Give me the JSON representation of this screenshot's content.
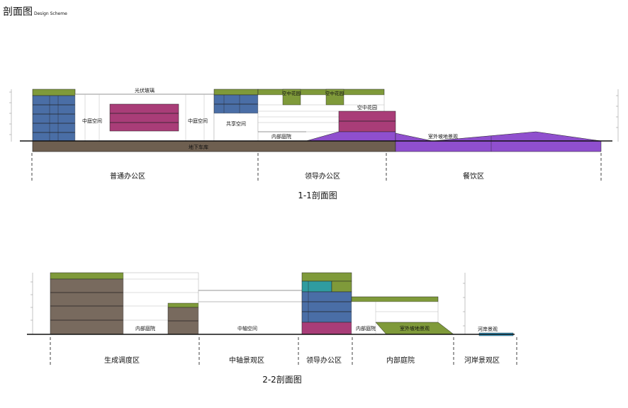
{
  "title": "剖面图",
  "subtitle": "Design Scheme",
  "section1": {
    "name": "1-1剖面图",
    "labels": {
      "glass_roof": "光伏玻璃",
      "atrium_left": "中庭空间",
      "atrium_mid": "中庭空间",
      "shared_space": "共享空间",
      "sky_garden_1": "空中花园",
      "sky_garden_2": "空中花园",
      "sky_garden_3": "空中花园",
      "inner_courtyard": "内部庭院",
      "outdoor_slope": "室外坡地景观",
      "basement": "地下车库"
    },
    "zones": [
      "普通办公区",
      "领导办公区",
      "餐饮区"
    ]
  },
  "section2": {
    "name": "2-2剖面图",
    "labels": {
      "inner_court_a": "内部庭院",
      "axis_space": "中轴空间",
      "inner_court_b": "内部庭院",
      "outdoor_slope": "室外坡地景观",
      "riverbank": "河岸景观"
    },
    "zones": [
      "生成调度区",
      "中轴景观区",
      "领导办公区",
      "内部庭院",
      "河岸景观区"
    ]
  },
  "colors": {
    "office_blue": "#4a6ea6",
    "magenta": "#a93d78",
    "olive_roof": "#7f9a3a",
    "purple_slope": "#8f4fce",
    "basement_brown": "#6e5f50",
    "grey_brown": "#786a5e",
    "teal": "#2f9ca0",
    "water": "#3aa8d8"
  }
}
